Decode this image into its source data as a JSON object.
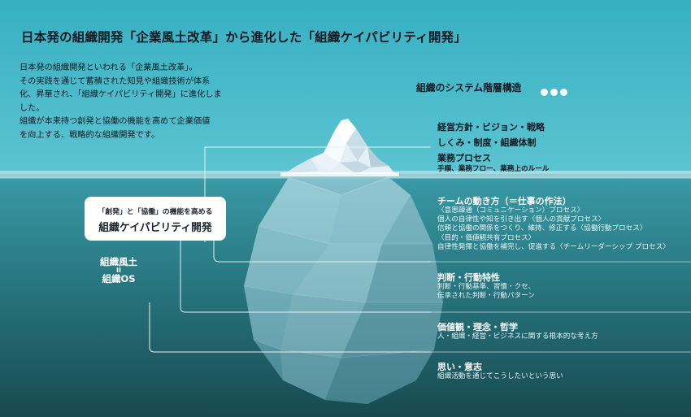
{
  "title": "日本発の組織開発「企業風土改革」から進化した「組織ケイパビリティ開発」",
  "intro": [
    "日本発の組織開発といわれる「企業風土改革」。",
    "その実践を通じて蓄積された知見や組織技術が体系",
    "化、昇華され、「組織ケイパビリティ開発」に進化しま",
    "した。",
    "組織が本来持つ創発と協働の機能を高めて企業価値",
    "を向上する、戦略的な組織開発です。"
  ],
  "system_title": "組織のシステム階層構造",
  "above_water": {
    "strategy": "経営方針・ビジョン・戦略",
    "structure": "しくみ・制度・組織体制",
    "process": "業務プロセス",
    "process_sub": "手順、業務フロー、業務上のルール"
  },
  "levels": {
    "team": {
      "title": "チームの動き方（＝仕事の作法）",
      "lines": [
        "〈意思疎通（コミュニケーション）プロセス〉",
        "個人の自律性や知を引き出す〈個人の貢献プロセス〉",
        "信頼と協働の関係をつくり、維持、修正する〈協働行動プロセス〉",
        "〈目的・価値観共有プロセス〉",
        "自律性発揮と協働を補完し、促進する〈チームリーダーシップ プロセス〉"
      ]
    },
    "judgment": {
      "title": "判断・行動特性",
      "lines": [
        "判断・行動基準、習慣・クセ、",
        "伝承された判断・行動パターン"
      ]
    },
    "values": {
      "title": "価値観・理念・哲学",
      "lines": [
        "人・組織・経営・ビジネスに関する根本的な考え方"
      ]
    },
    "will": {
      "title": "思い・意志",
      "lines": [
        "組織活動を通じてこうしたいという思い"
      ]
    }
  },
  "callout": {
    "line1": "「創発」と「協働」の機能を高める",
    "line2": "組織ケイパビリティ開発"
  },
  "os_label": {
    "top": "組織風土",
    "mid": "II",
    "bottom": "組織OS"
  },
  "colors": {
    "sky": "#3fb4c6",
    "water_top": "#2f8f9a",
    "water_bottom": "#1b5258",
    "ice": "#e9f3f7",
    "leader_lines": "#e8f1f2"
  }
}
